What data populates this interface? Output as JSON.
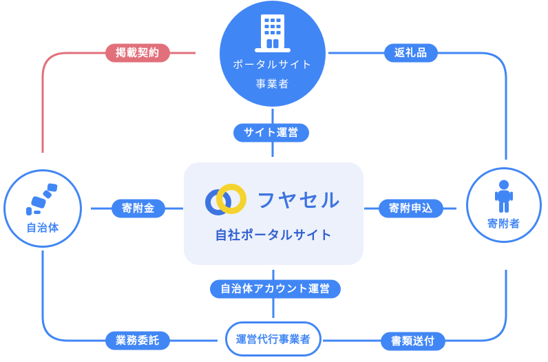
{
  "colors": {
    "accent_blue": "#4186F5",
    "accent_red": "#E1707B",
    "center_box_bg": "#EDF1FB",
    "logo_blue": "#3D74E0",
    "logo_yellow": "#F5D32E",
    "subtitle_blue": "#2F5FD0"
  },
  "nodes": {
    "portal_operator": {
      "label_line1": "ポータルサイト",
      "label_line2": "事業者",
      "icon": "building-icon"
    },
    "municipality": {
      "label": "自治体",
      "icon": "japan-map-icon"
    },
    "donor": {
      "label": "寄附者",
      "icon": "person-icon"
    },
    "own_portal": {
      "brand": "フヤセル",
      "label": "自社ポータルサイト",
      "icon": "interlocking-rings-logo"
    },
    "agency": {
      "label": "運営代行事業者"
    }
  },
  "edges": [
    {
      "label": "掲載契約",
      "from": "自治体",
      "to": "ポータルサイト事業者",
      "direction": "both",
      "color": "#E1707B"
    },
    {
      "label": "返礼品",
      "from": "ポータルサイト事業者",
      "to": "寄附者",
      "direction": "one-way",
      "color": "#4186F5"
    },
    {
      "label": "サイト運営",
      "from": "ポータルサイト事業者",
      "to": "自社ポータルサイト",
      "direction": "one-way",
      "color": "#4186F5"
    },
    {
      "label": "寄附金",
      "from": "自社ポータルサイト",
      "to": "自治体",
      "direction": "one-way",
      "color": "#4186F5"
    },
    {
      "label": "寄附申込",
      "from": "寄附者",
      "to": "自社ポータルサイト",
      "direction": "line",
      "color": "#4186F5"
    },
    {
      "label": "自治体アカウント運営",
      "from": "運営代行事業者",
      "to": "自社ポータルサイト",
      "direction": "one-way",
      "color": "#4186F5"
    },
    {
      "label": "業務委託",
      "from": "自治体",
      "to": "運営代行事業者",
      "direction": "one-way",
      "color": "#4186F5"
    },
    {
      "label": "書類送付",
      "from": "運営代行事業者",
      "to": "寄附者",
      "direction": "one-way",
      "color": "#4186F5"
    }
  ]
}
